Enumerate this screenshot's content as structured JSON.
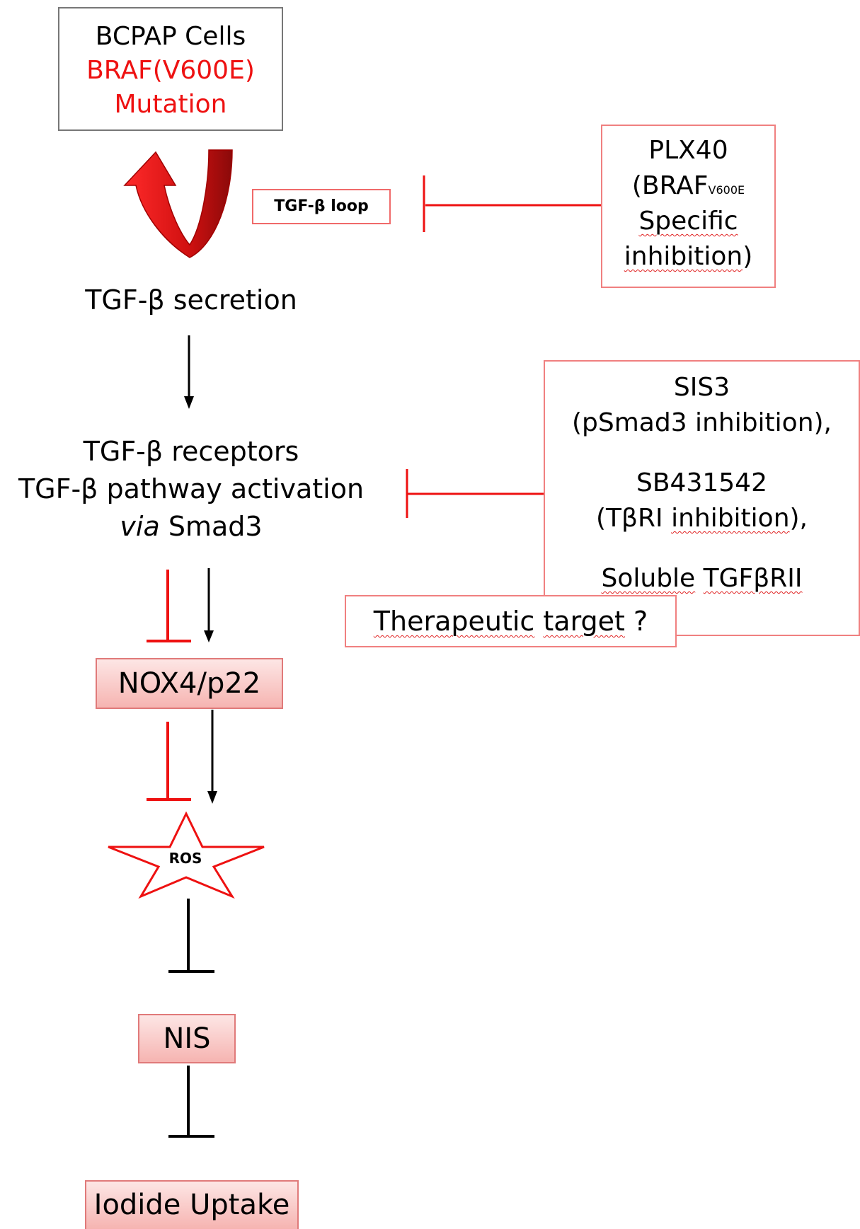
{
  "start_box": {
    "line1": "BCPAP Cells",
    "line2": "BRAF(V600E)",
    "line3": "Mutation"
  },
  "loop_label": "TGF-β loop",
  "plx_box": {
    "line1": "PLX40",
    "line2_main": "(BRAF",
    "line2_sup": "V600E",
    "line3": "Specific",
    "line4_word": "inhibition",
    "line4_tail": ")"
  },
  "secretion_label": "TGF-β secretion",
  "receptors_label": {
    "line1": "TGF-β receptors",
    "line2": "TGF-β pathway activation",
    "line3_italic": "via",
    "line3_rest": " Smad3"
  },
  "inhibitors_box": {
    "sis3_name": "SIS3",
    "sis3_desc": "(pSmad3 inhibition),",
    "sb_name": "SB431542",
    "sb_desc_pre": "(TβRI ",
    "sb_desc_word": "inhibition",
    "sb_desc_post": "),",
    "soluble_a": "Soluble",
    "soluble_b": "TGFβRII"
  },
  "nox_label": "NOX4/p22",
  "target_label": {
    "word1": "Therapeutic",
    "word2": "target",
    "tail": " ?"
  },
  "ros_label": "ROS",
  "nis_label": "NIS",
  "iodide_label": "Iodide Uptake",
  "colors": {
    "inhibit_red": "#ee1111",
    "arrow_black": "#000000",
    "node_fill": "#f9c8c6",
    "loop_arrow": "#cc1010"
  }
}
